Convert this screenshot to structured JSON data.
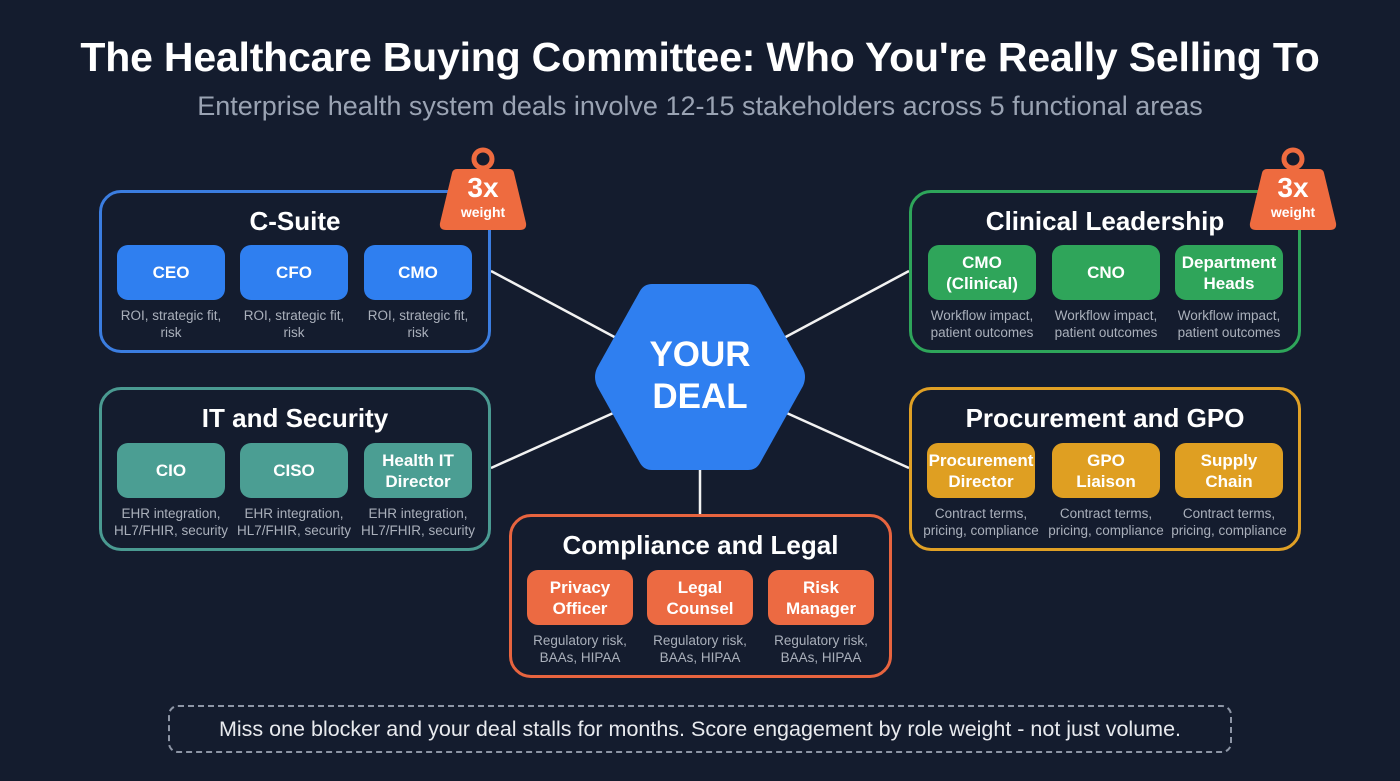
{
  "header": {
    "title": "The Healthcare Buying Committee: Who You're Really Selling To",
    "subtitle": "Enterprise health system deals involve 12-15 stakeholders across 5 functional areas"
  },
  "hub": {
    "line1": "YOUR",
    "line2": "DEAL",
    "color": "#2f7ff0"
  },
  "weight_badge": {
    "value": "3x",
    "label": "weight",
    "icon": "kettlebell-weight-icon",
    "color": "#ee6b3f"
  },
  "groups": {
    "csuite": {
      "title": "C-Suite",
      "color": "#3b7de0",
      "card_color": "#2f7ff0",
      "weighted": true,
      "roles": [
        {
          "line1": "CEO",
          "line2": "",
          "desc1": "ROI, strategic fit,",
          "desc2": "risk"
        },
        {
          "line1": "CFO",
          "line2": "",
          "desc1": "ROI, strategic fit,",
          "desc2": "risk"
        },
        {
          "line1": "CMO",
          "line2": "",
          "desc1": "ROI, strategic fit,",
          "desc2": "risk"
        }
      ]
    },
    "clinical": {
      "title": "Clinical Leadership",
      "color": "#2ea55a",
      "card_color": "#2fa55a",
      "weighted": true,
      "roles": [
        {
          "line1": "CMO",
          "line2": "(Clinical)",
          "desc1": "Workflow impact,",
          "desc2": "patient outcomes"
        },
        {
          "line1": "CNO",
          "line2": "",
          "desc1": "Workflow impact,",
          "desc2": "patient outcomes"
        },
        {
          "line1": "Department",
          "line2": "Heads",
          "desc1": "Workflow impact,",
          "desc2": "patient outcomes"
        }
      ]
    },
    "it": {
      "title": "IT and Security",
      "color": "#4a9a91",
      "card_color": "#4b9e93",
      "weighted": false,
      "roles": [
        {
          "line1": "CIO",
          "line2": "",
          "desc1": "EHR integration,",
          "desc2": "HL7/FHIR, security"
        },
        {
          "line1": "CISO",
          "line2": "",
          "desc1": "EHR integration,",
          "desc2": "HL7/FHIR, security"
        },
        {
          "line1": "Health IT",
          "line2": "Director",
          "desc1": "EHR integration,",
          "desc2": "HL7/FHIR, security"
        }
      ]
    },
    "procurement": {
      "title": "Procurement and GPO",
      "color": "#e0a025",
      "card_color": "#df9f22",
      "weighted": false,
      "roles": [
        {
          "line1": "Procurement",
          "line2": "Director",
          "desc1": "Contract terms,",
          "desc2": "pricing, compliance"
        },
        {
          "line1": "GPO",
          "line2": "Liaison",
          "desc1": "Contract terms,",
          "desc2": "pricing, compliance"
        },
        {
          "line1": "Supply",
          "line2": "Chain",
          "desc1": "Contract terms,",
          "desc2": "pricing, compliance"
        }
      ]
    },
    "compliance": {
      "title": "Compliance and Legal",
      "color": "#e8643f",
      "card_color": "#ec6a42",
      "weighted": false,
      "roles": [
        {
          "line1": "Privacy",
          "line2": "Officer",
          "desc1": "Regulatory risk,",
          "desc2": "BAAs, HIPAA"
        },
        {
          "line1": "Legal",
          "line2": "Counsel",
          "desc1": "Regulatory risk,",
          "desc2": "BAAs, HIPAA"
        },
        {
          "line1": "Risk",
          "line2": "Manager",
          "desc1": "Regulatory risk,",
          "desc2": "BAAs, HIPAA"
        }
      ]
    }
  },
  "footer": {
    "text": "Miss one blocker and your deal stalls for months. Score engagement by role weight - not just volume."
  }
}
